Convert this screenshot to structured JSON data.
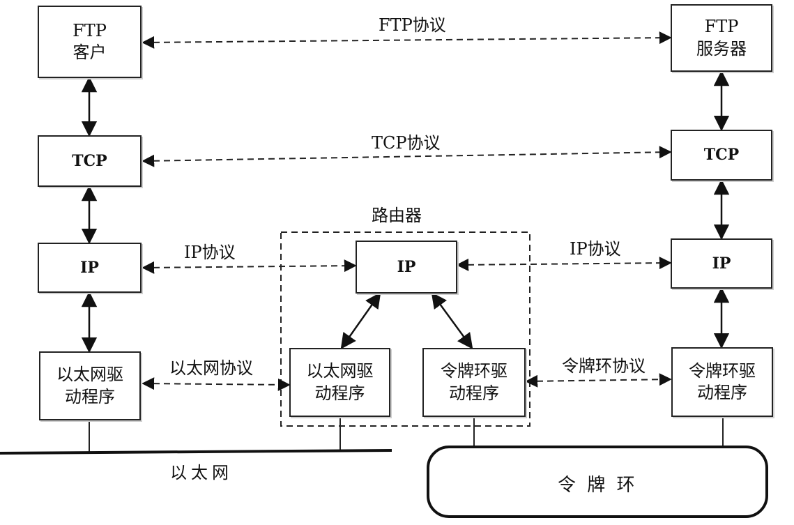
{
  "nodes": {
    "ftp_client": {
      "line1": "FTP",
      "line2": "客户"
    },
    "ftp_server": {
      "line1": "FTP",
      "line2": "服务器"
    },
    "tcp_left": "TCP",
    "tcp_right": "TCP",
    "ip_left": "IP",
    "ip_router": "IP",
    "ip_right": "IP",
    "eth_driver_left": {
      "line1": "以太网驱",
      "line2": "动程序"
    },
    "eth_driver_router": {
      "line1": "以太网驱",
      "line2": "动程序"
    },
    "tr_driver_router": {
      "line1": "令牌环驱",
      "line2": "动程序"
    },
    "tr_driver_right": {
      "line1": "令牌环驱",
      "line2": "动程序"
    }
  },
  "labels": {
    "ftp_protocol": "FTP协议",
    "tcp_protocol": "TCP协议",
    "router": "路由器",
    "ip_protocol_left": "IP协议",
    "ip_protocol_right": "IP协议",
    "ethernet_protocol": "以太网协议",
    "token_ring_protocol": "令牌环协议",
    "ethernet": "以太网",
    "token_ring": "令 牌 环"
  }
}
